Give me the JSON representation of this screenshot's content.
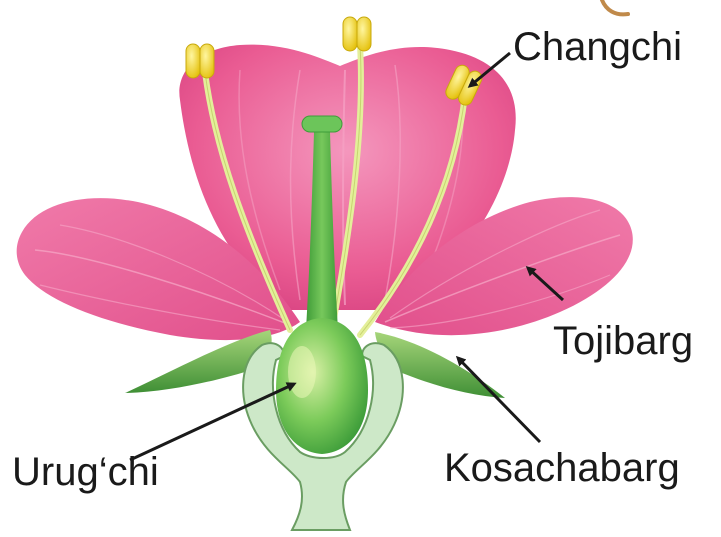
{
  "labels": {
    "anther": "Changchi",
    "petal": "Tojibarg",
    "sepal": "Kosachabarg",
    "ovary": "Urug‘chi"
  },
  "colors": {
    "petal": "#ea5c93",
    "petal_light": "#f48db6",
    "vein": "#f7a9c8",
    "anther": "#f2de2a",
    "filament": "#e4ef9a",
    "pistil": "#5fbe4a",
    "ovary": "#6cc55a",
    "receptacle": "#cde8c8",
    "sepal": "#5daa48",
    "arrow": "#1a1a1a",
    "stem_accent": "#c08a4a"
  }
}
